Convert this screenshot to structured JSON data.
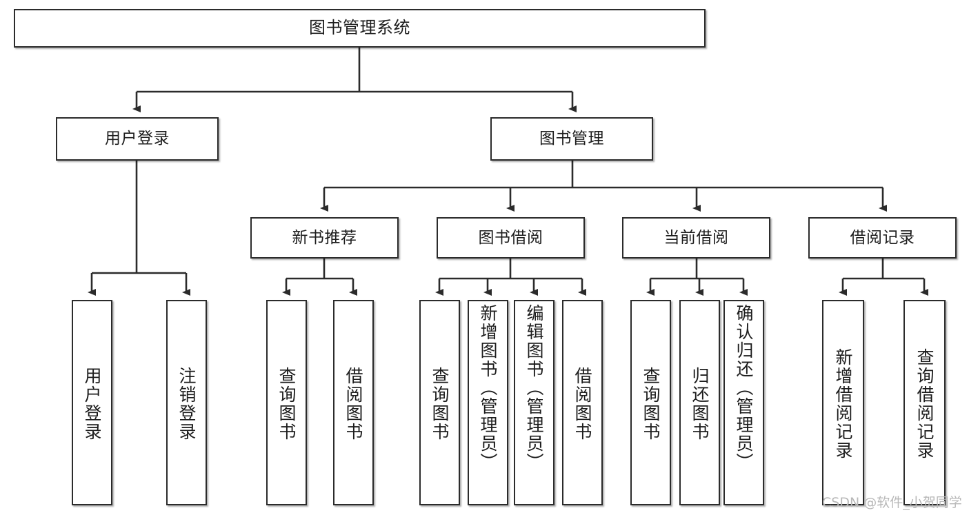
{
  "diagram": {
    "type": "tree",
    "title": "图书管理系统",
    "watermark": "CSDN @软件_小贺同学",
    "colors": {
      "node_border": "#2b2b2b",
      "node_fill": "#ffffff",
      "edge": "#2b2b2b",
      "text": "#1d1d1d",
      "watermark": "#b8b8b8"
    },
    "root": {
      "label": "图书管理系统"
    },
    "level1": [
      {
        "label": "用户登录"
      },
      {
        "label": "图书管理"
      }
    ],
    "level2": [
      {
        "label": "新书推荐"
      },
      {
        "label": "图书借阅"
      },
      {
        "label": "当前借阅"
      },
      {
        "label": "借阅记录"
      }
    ],
    "leaves": {
      "user_login": [
        {
          "label": "用户登录"
        },
        {
          "label": "注销登录"
        }
      ],
      "new_book_recommend": [
        {
          "label": "查询图书"
        },
        {
          "label": "借阅图书"
        }
      ],
      "book_borrow": [
        {
          "label": "查询图书"
        },
        {
          "label": "新增图书（管理员）"
        },
        {
          "label": "编辑图书（管理员）"
        },
        {
          "label": "借阅图书"
        }
      ],
      "current_borrow": [
        {
          "label": "查询图书"
        },
        {
          "label": "归还图书"
        },
        {
          "label": "确认归还（管理员）"
        }
      ],
      "borrow_record": [
        {
          "label": "新增借阅记录"
        },
        {
          "label": "查询借阅记录"
        }
      ]
    }
  }
}
